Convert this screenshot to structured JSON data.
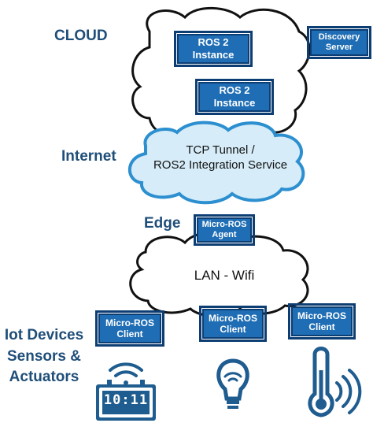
{
  "labels": {
    "cloud": "CLOUD",
    "internet": "Internet",
    "edge": "Edge",
    "iot": [
      "Iot Devices",
      "Sensors &",
      "Actuators"
    ]
  },
  "boxes": {
    "ros_instance_1": [
      "ROS 2",
      "Instance"
    ],
    "ros_instance_2": [
      "ROS 2",
      "Instance"
    ],
    "discovery_server": [
      "Discovery",
      "Server"
    ],
    "agent": [
      "Micro-ROS",
      "Agent"
    ],
    "client_1": [
      "Micro-ROS",
      "Client"
    ],
    "client_2": [
      "Micro-ROS",
      "Client"
    ],
    "client_3": [
      "Micro-ROS",
      "Client"
    ]
  },
  "internet_cloud": [
    "TCP Tunnel /",
    "ROS2 Integration Service"
  ],
  "lan_cloud": "LAN - Wifi",
  "clock_display": "10:11",
  "colors": {
    "box_fill": "#1f6db4",
    "box_border": "#0d3e73",
    "label_text": "#1f4e79",
    "internet_cloud_fill": "#d6ecf8",
    "internet_cloud_stroke": "#2c8fd0",
    "icon_fill": "#1f5c8f"
  },
  "icons": [
    "wifi-icon",
    "digital-clock-icon",
    "smart-bulb-icon",
    "thermometer-icon"
  ]
}
